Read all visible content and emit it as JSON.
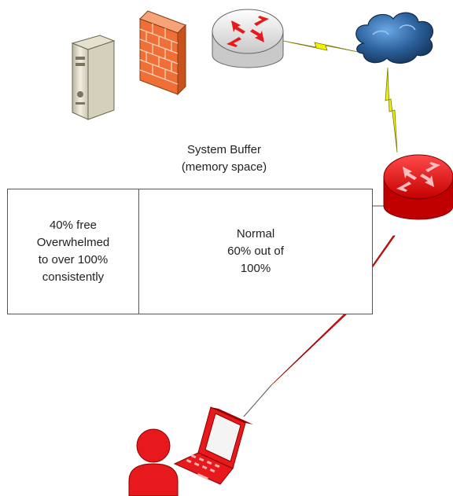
{
  "buffer": {
    "title_line1": "System Buffer",
    "title_line2": "(memory space)",
    "free_cell": {
      "line1": "40% free",
      "line2": "Overwhelmed",
      "line3": "to over 100%",
      "line4": "consistently"
    },
    "normal_cell": {
      "line1": "Normal",
      "line2": "60% out of",
      "line3": "100%"
    }
  },
  "icons": [
    "server-icon",
    "firewall-icon",
    "router-icon",
    "cloud-icon",
    "router-icon-red",
    "laptop-icon",
    "user-icon"
  ],
  "colors": {
    "red": "#e8191c",
    "gray": "#d9d9d9",
    "bolt_yellow": "#f3f000",
    "cloud": "#2f6aa8"
  }
}
